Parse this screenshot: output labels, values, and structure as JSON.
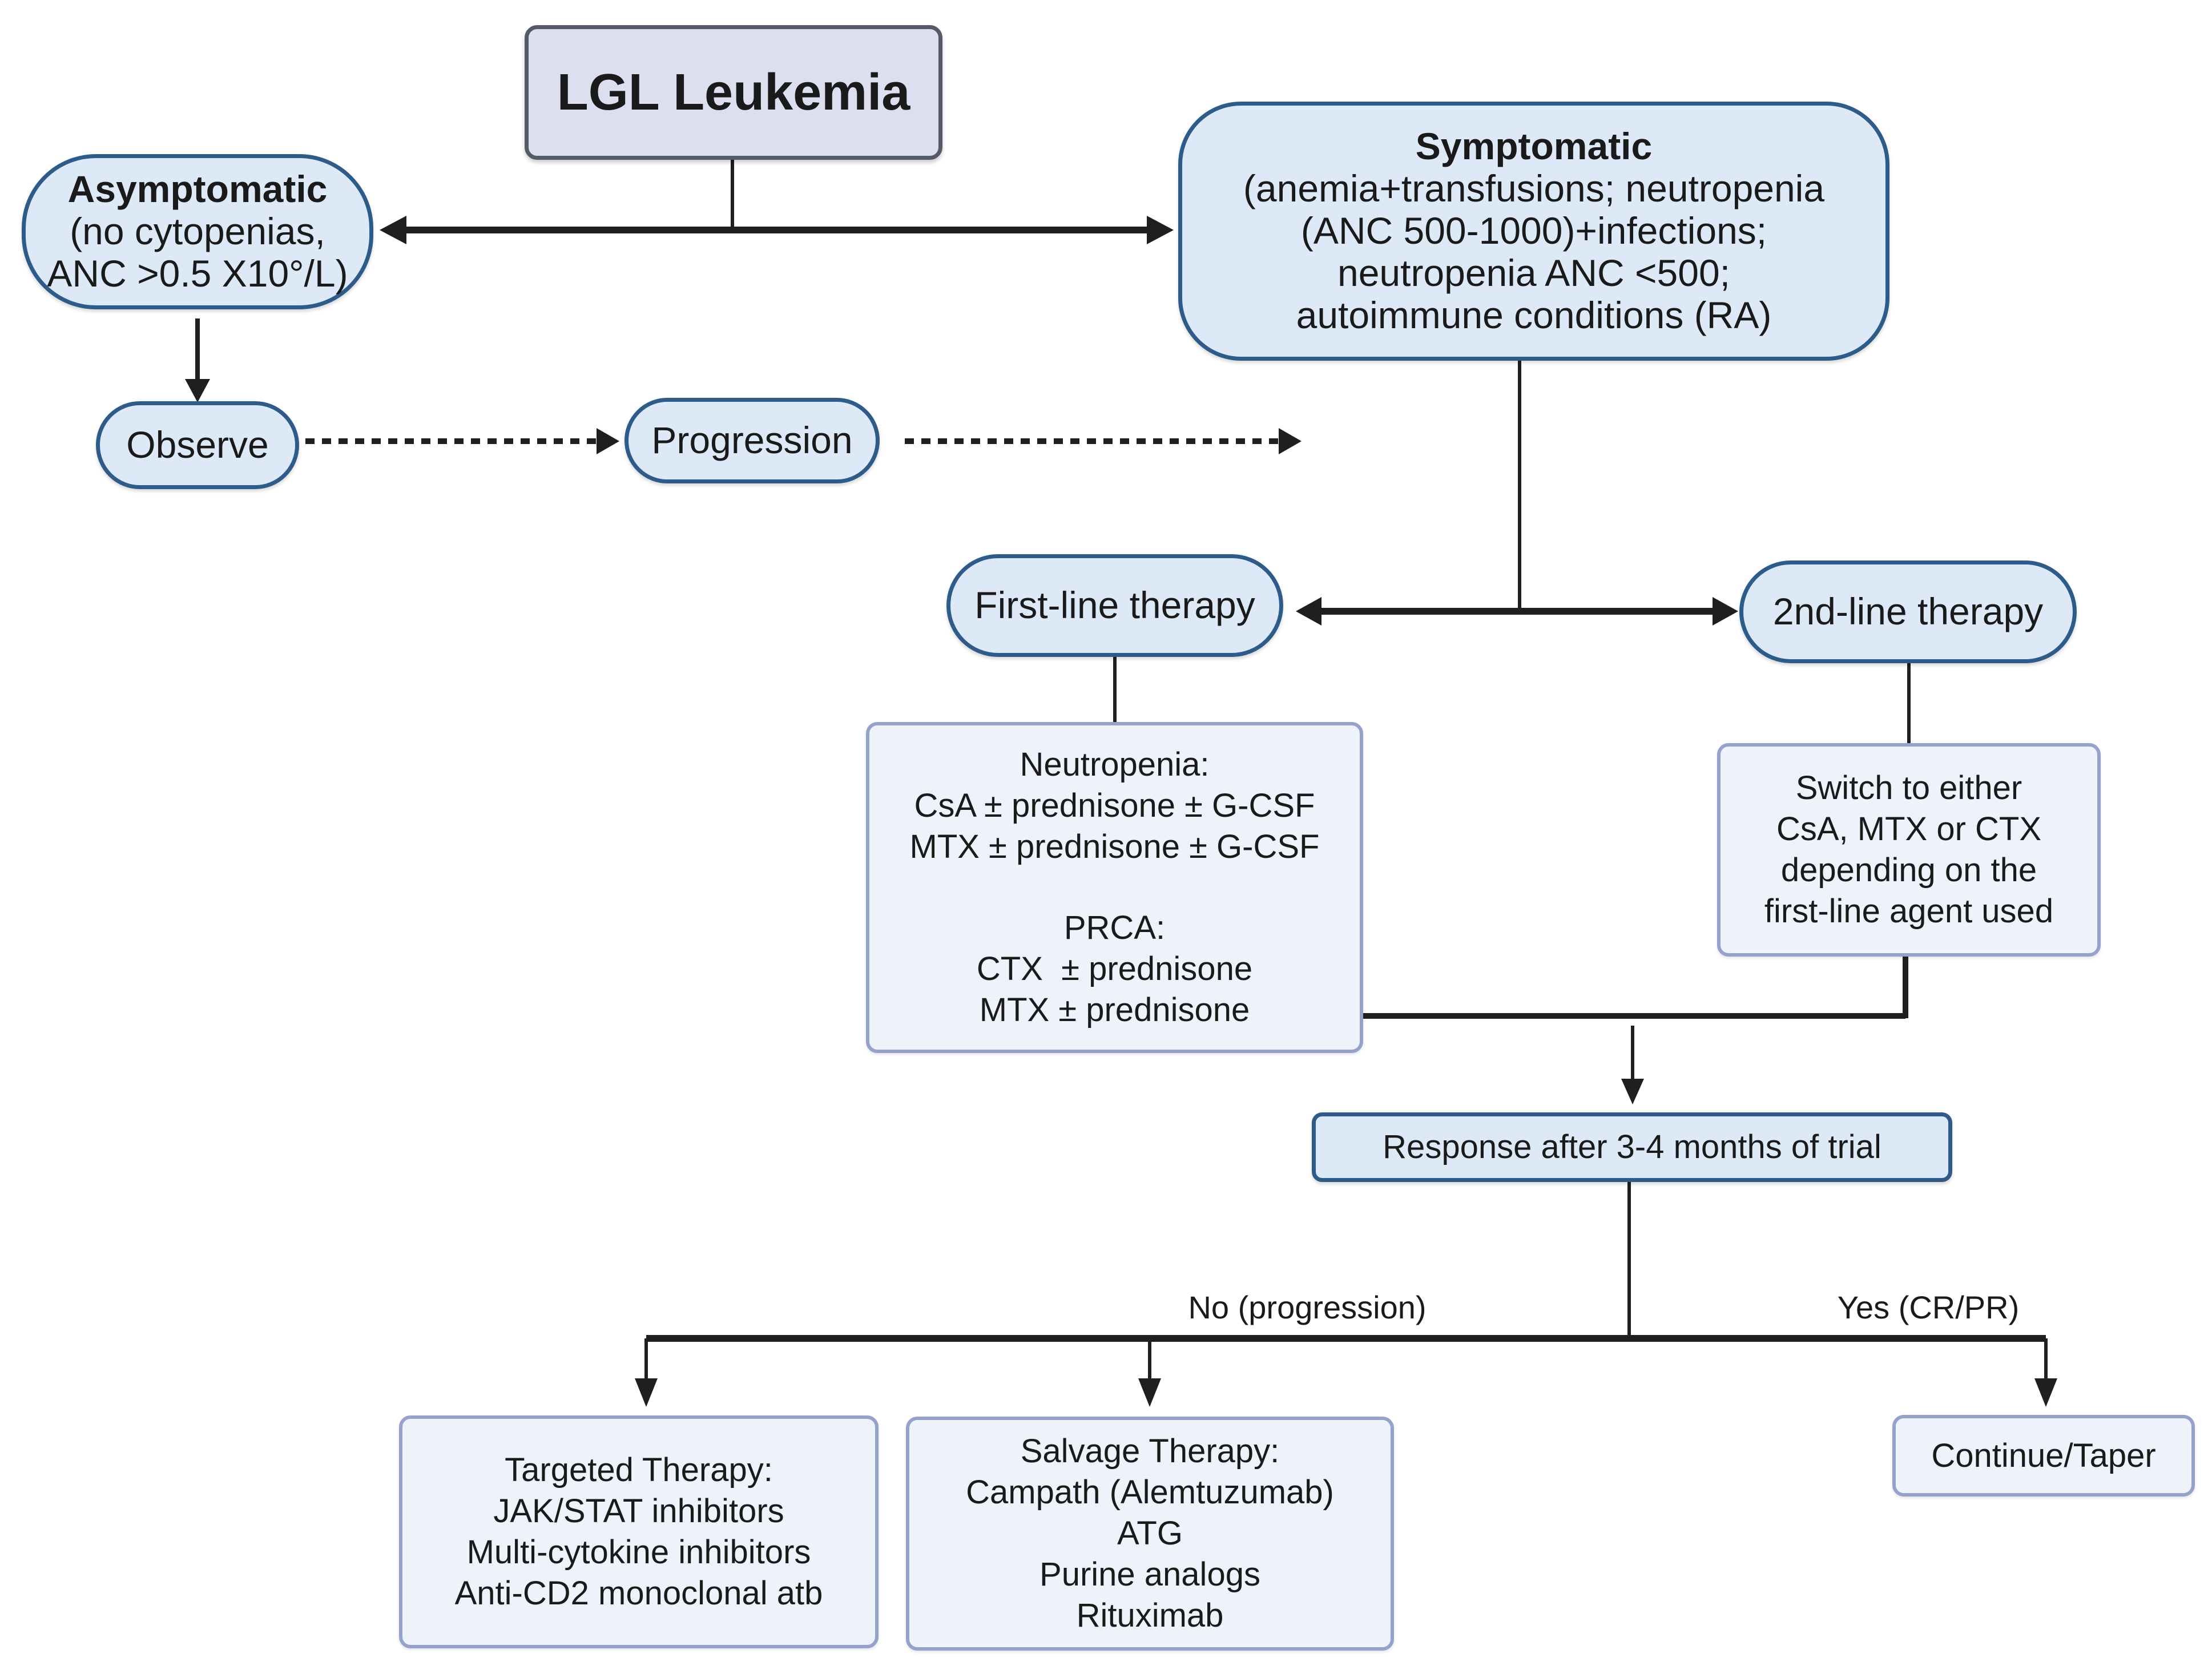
{
  "diagram": {
    "title": "LGL Leukemia",
    "asymptomatic": {
      "heading": "Asymptomatic",
      "lines": [
        "(no cytopenias,",
        "ANC >0.5 X10°/L)"
      ]
    },
    "symptomatic": {
      "heading": "Symptomatic",
      "lines": [
        "(anemia+transfusions; neutropenia",
        "(ANC 500-1000)+infections;",
        "neutropenia ANC <500;",
        "autoimmune conditions (RA)"
      ]
    },
    "observe": "Observe",
    "progression": "Progression",
    "first_line": "First-line therapy",
    "second_line": "2nd-line therapy",
    "first_line_details": {
      "neutropenia_heading": "Neutropenia:",
      "neutropenia_lines": [
        "CsA ± prednisone ± G-CSF",
        "MTX ± prednisone ± G-CSF"
      ],
      "prca_heading": "PRCA:",
      "prca_lines": [
        "CTX  ± prednisone",
        "MTX ± prednisone"
      ]
    },
    "second_line_details": {
      "lines": [
        "Switch to either",
        "CsA, MTX or CTX",
        "depending on the",
        "first-line agent used"
      ]
    },
    "response": "Response after 3-4 months of trial",
    "branch_no": "No (progression)",
    "branch_yes": "Yes (CR/PR)",
    "targeted": {
      "lines": [
        "Targeted Therapy:",
        "JAK/STAT inhibitors",
        "Multi-cytokine inhibitors",
        "Anti-CD2 monoclonal atb"
      ]
    },
    "salvage": {
      "lines": [
        "Salvage Therapy:",
        "Campath (Alemtuzumab)",
        "ATG",
        "Purine analogs",
        "Rituximab"
      ]
    },
    "continue": "Continue/Taper"
  },
  "colors": {
    "pill_fill": "#dde9f7",
    "pill_border": "#2d5c8a",
    "light_box_fill": "#edf2fb",
    "light_box_border": "#94a2cc",
    "title_fill": "#dcdff0",
    "title_border": "#555a68",
    "connector": "#1f1f1f"
  }
}
